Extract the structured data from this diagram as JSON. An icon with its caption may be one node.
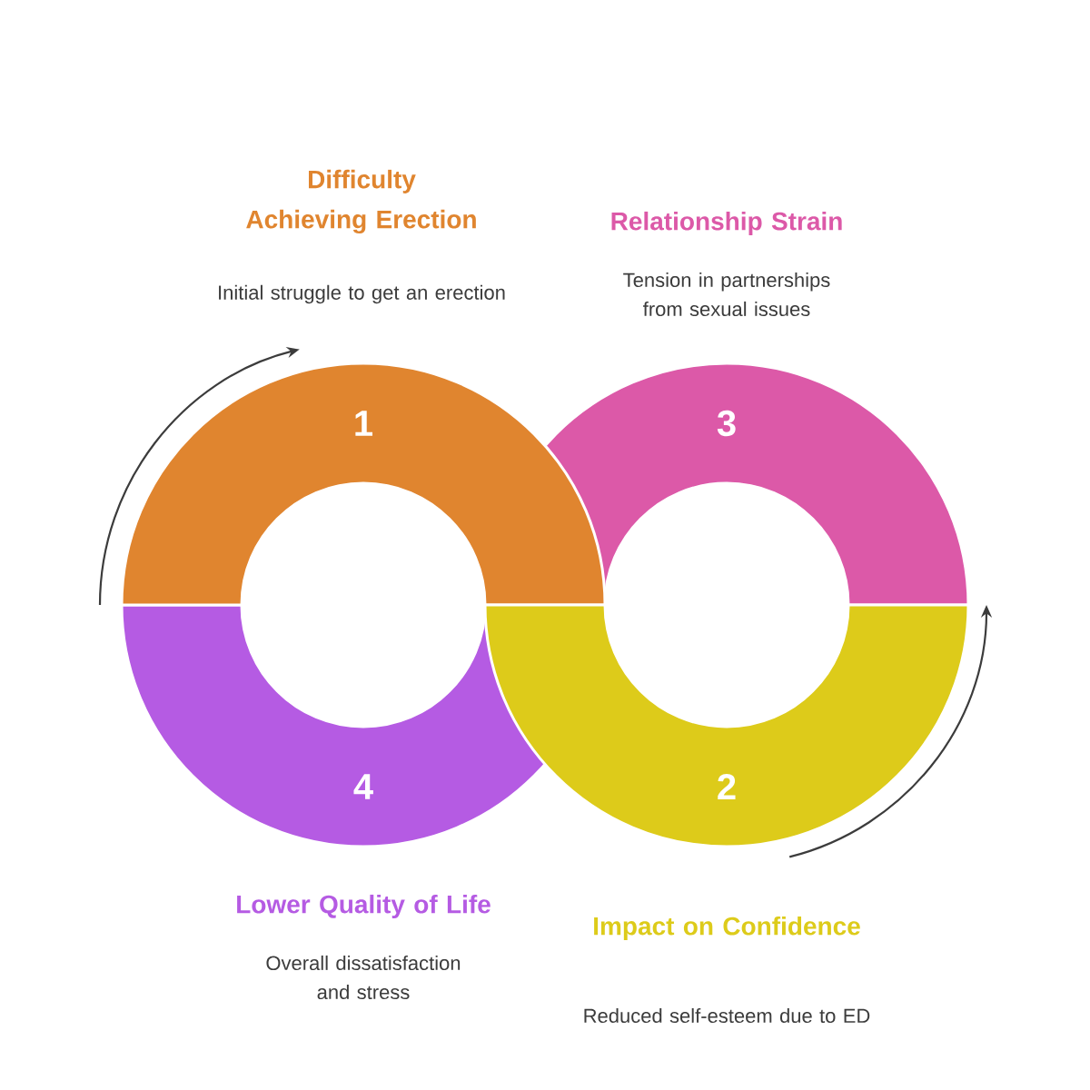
{
  "diagram": {
    "nodes": [
      {
        "text": [
          "1"
        ],
        "beside": [
          "Difficulty Achieving Erection",
          "Initial struggle to get an erection"
        ]
      },
      {
        "text": [
          "2"
        ],
        "beside": [
          "Impact on Confidence",
          "Reduced self-esteem due to ED"
        ]
      },
      {
        "text": [
          "3"
        ],
        "beside": [
          "Relationship Strain",
          "Tension in partnerships from sexual issues"
        ]
      },
      {
        "text": [
          "4"
        ],
        "beside": [
          "Lower Quality of Life",
          "Overall dissatisfaction and stress"
        ]
      }
    ],
    "edges": [
      {
        "from": 3,
        "to": 0,
        "arrow": "to"
      },
      {
        "from": 1,
        "to": 2,
        "arrow": "to"
      }
    ]
  }
}
